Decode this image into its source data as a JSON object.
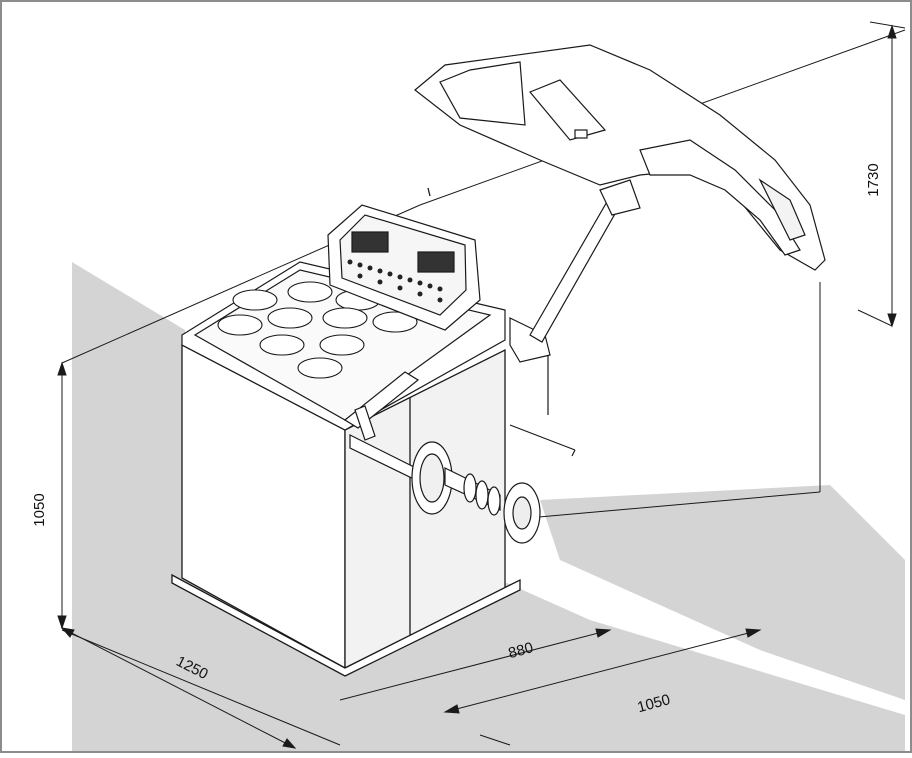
{
  "diagram": {
    "dimensions": {
      "height_machine": "1050",
      "height_hood": "1730",
      "width": "1250",
      "depth_base": "880",
      "depth_total": "1050"
    },
    "colors": {
      "floor_shadow": "#d4d4d4",
      "line": "#1a1a1a",
      "frame": "#8c8c8c",
      "background": "#ffffff"
    }
  }
}
